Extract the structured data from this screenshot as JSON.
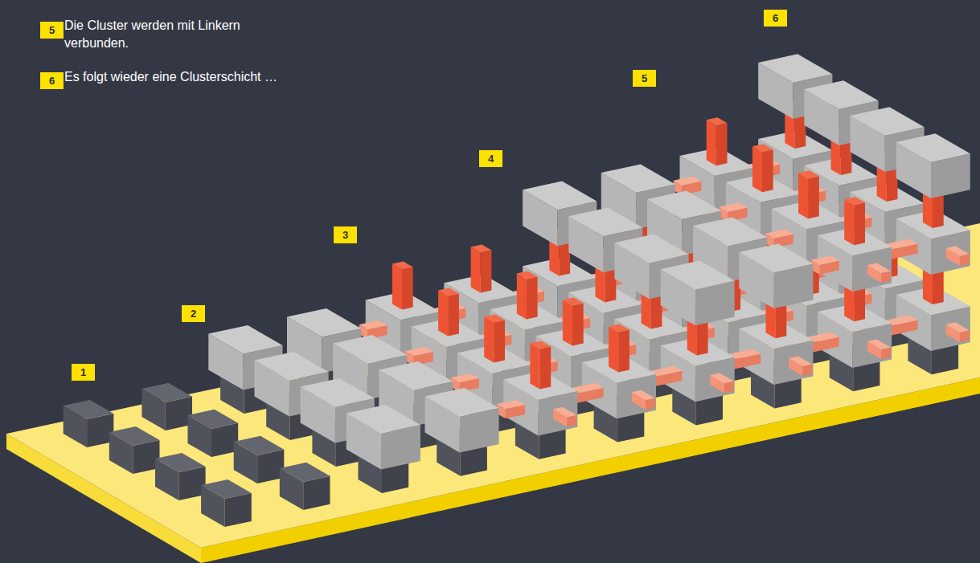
{
  "diagram": {
    "labels": [
      "5",
      "Die Cluster werden mit Linkern verbunden.",
      "6",
      "Es folgt wieder eine Clusterschicht …",
      "6",
      "5",
      "4",
      "3",
      "2",
      "1"
    ]
  }
}
